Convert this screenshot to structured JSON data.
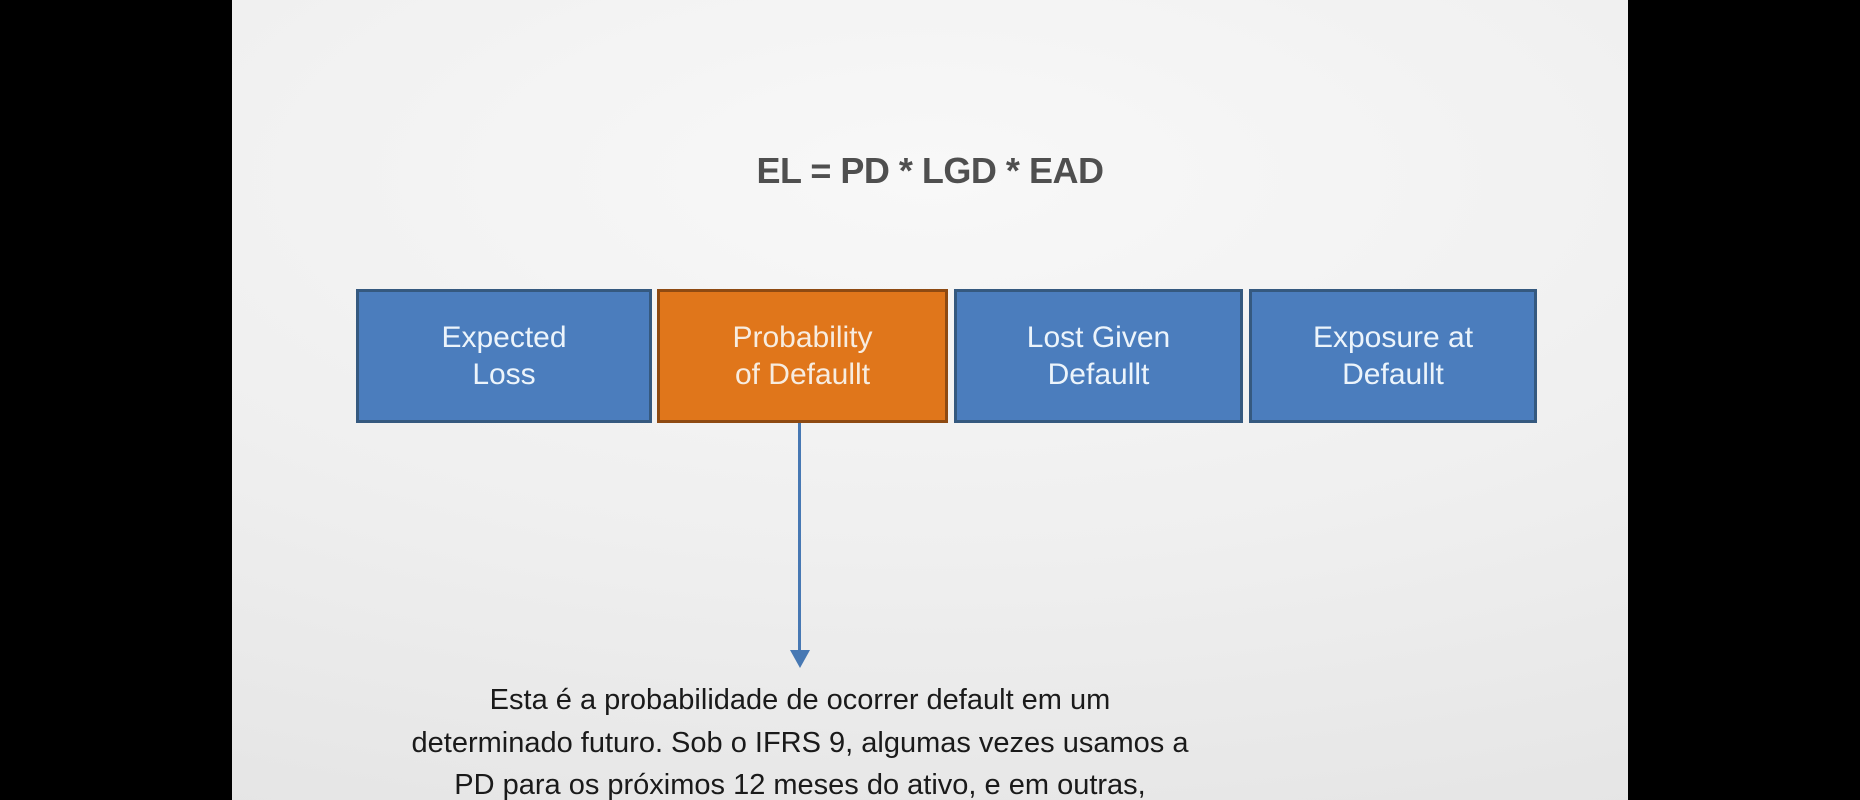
{
  "formula": "EL = PD * LGD * EAD",
  "boxes": [
    {
      "id": "expected-loss",
      "lines": [
        "Expected",
        "Loss"
      ]
    },
    {
      "id": "probability-of-default",
      "lines": [
        "Probability",
        "of Defaullt"
      ],
      "highlighted": true
    },
    {
      "id": "lost-given-default",
      "lines": [
        "Lost Given",
        "Defaullt"
      ]
    },
    {
      "id": "exposure-at-default",
      "lines": [
        "Exposure at",
        "Defaullt"
      ]
    }
  ],
  "annotation": {
    "line1": "Esta é a probabilidade de ocorrer default em um",
    "line2": "determinado futuro. Sob o IFRS 9, algumas vezes usamos a",
    "line3": "PD para os próximos 12 meses do ativo, e em outras,"
  },
  "colors": {
    "box_blue": "#4b7dbd",
    "box_blue_border": "#35597f",
    "box_orange": "#e0761b",
    "box_orange_border": "#8e4a12",
    "arrow": "#4778b3",
    "formula_text": "#4f4f4f",
    "body_text": "#1a1a1a",
    "box_text": "#ecf4fb",
    "slide_background": "#efefef",
    "letterbox": "#000000"
  }
}
